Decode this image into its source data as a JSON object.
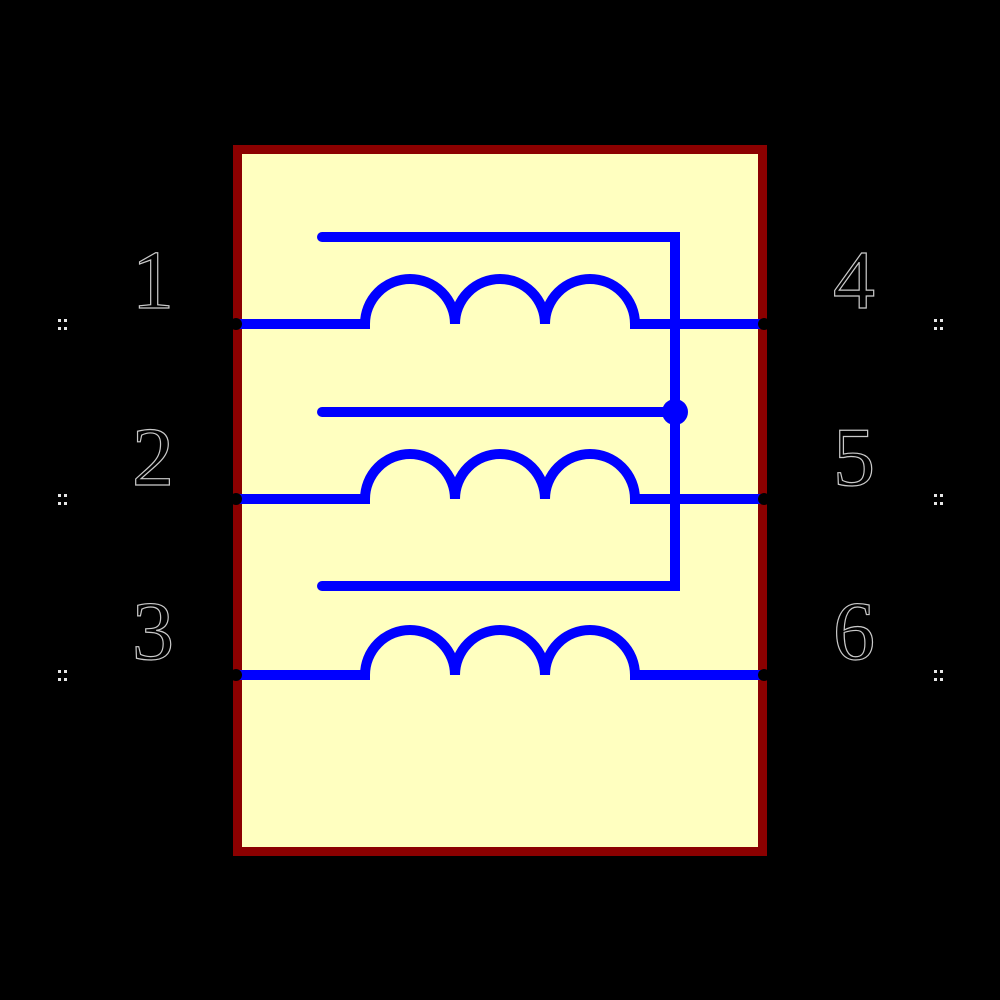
{
  "schematic": {
    "colors": {
      "background": "#000000",
      "body_fill": "#FFFFC0",
      "body_border": "#8B0000",
      "wire": "#0000FF",
      "pin_number_fill": "#000000",
      "pin_number_outline": "#C9C9C9",
      "endpoint_marker": "#E6E6E6"
    },
    "windings_count": 3,
    "pins": [
      {
        "number": "1",
        "side": "left"
      },
      {
        "number": "2",
        "side": "left"
      },
      {
        "number": "3",
        "side": "left"
      },
      {
        "number": "4",
        "side": "right"
      },
      {
        "number": "5",
        "side": "right"
      },
      {
        "number": "6",
        "side": "right"
      }
    ]
  }
}
